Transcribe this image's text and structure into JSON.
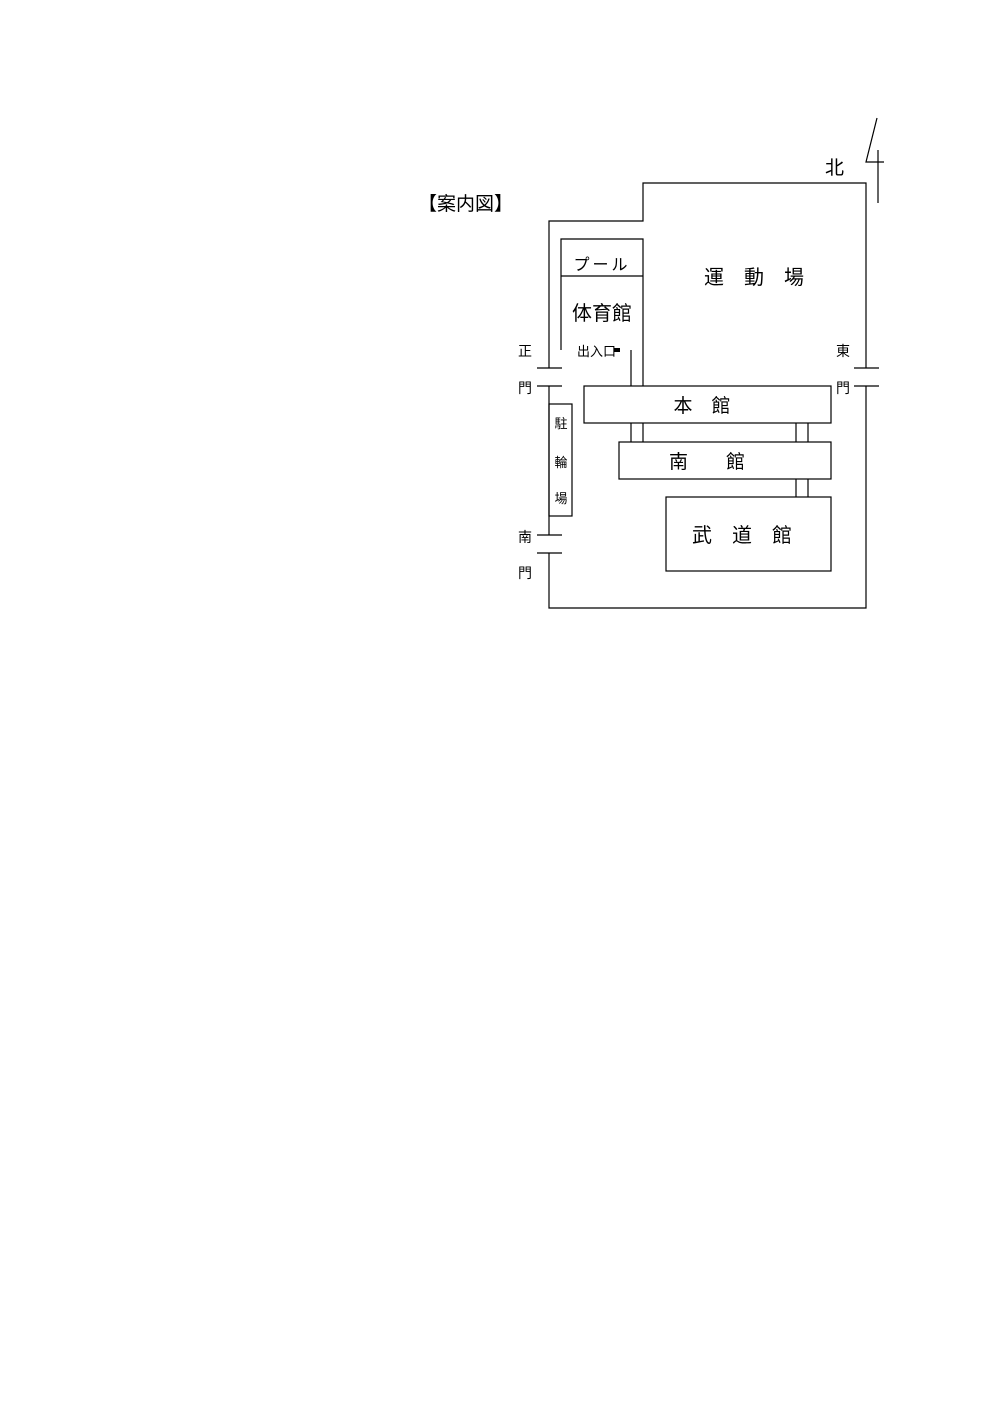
{
  "map": {
    "title": "【案内図】",
    "north": "北",
    "buildings": {
      "pool": "プール",
      "gym": "体育館",
      "gym_entrance": "出入口",
      "field": "運　動　場",
      "main_hall": "本　館",
      "south_hall": "南　　館",
      "budokan": "武　道　館",
      "bike_parking": [
        "駐",
        "輪",
        "場"
      ]
    },
    "gates": {
      "main_gate": [
        "正",
        "門"
      ],
      "east_gate": [
        "東",
        "門"
      ],
      "south_gate": [
        "南",
        "門"
      ]
    }
  }
}
